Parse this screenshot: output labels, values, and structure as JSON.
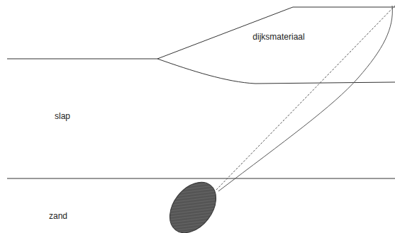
{
  "diagram": {
    "labels": [
      "dijksmateriaal",
      "slap",
      "zand"
    ]
  }
}
